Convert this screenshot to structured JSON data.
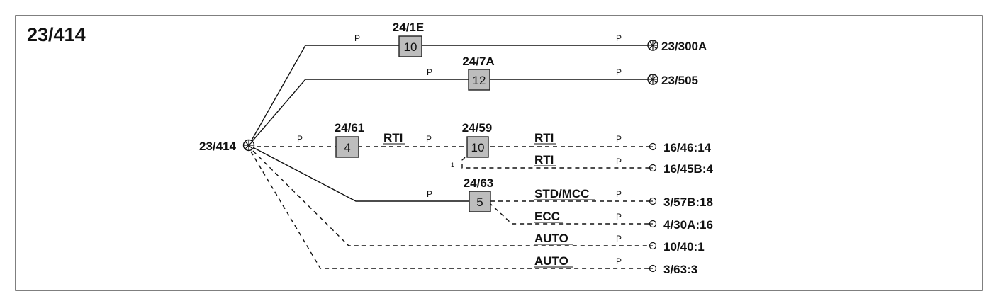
{
  "diagram": {
    "title": "23/414",
    "source_label": "23/414",
    "connectors": [
      {
        "name": "24/1E",
        "pin": "10"
      },
      {
        "name": "24/7A",
        "pin": "12"
      },
      {
        "name": "24/61",
        "pin": "4"
      },
      {
        "name": "24/59",
        "pin": "10"
      },
      {
        "name": "24/63",
        "pin": "5"
      }
    ],
    "wire_labels": {
      "p": "P",
      "rti": "RTI",
      "std_mcc": "STD/MCC",
      "ecc": "ECC",
      "auto": "AUTO",
      "one": "1"
    },
    "destinations": [
      "23/300A",
      "23/505",
      "16/46:14",
      "16/45B:4",
      "3/57B:18",
      "4/30A:16",
      "10/40:1",
      "3/63:3"
    ],
    "colors": {
      "box_fill": "#bdbdbd",
      "line": "#111111"
    }
  }
}
